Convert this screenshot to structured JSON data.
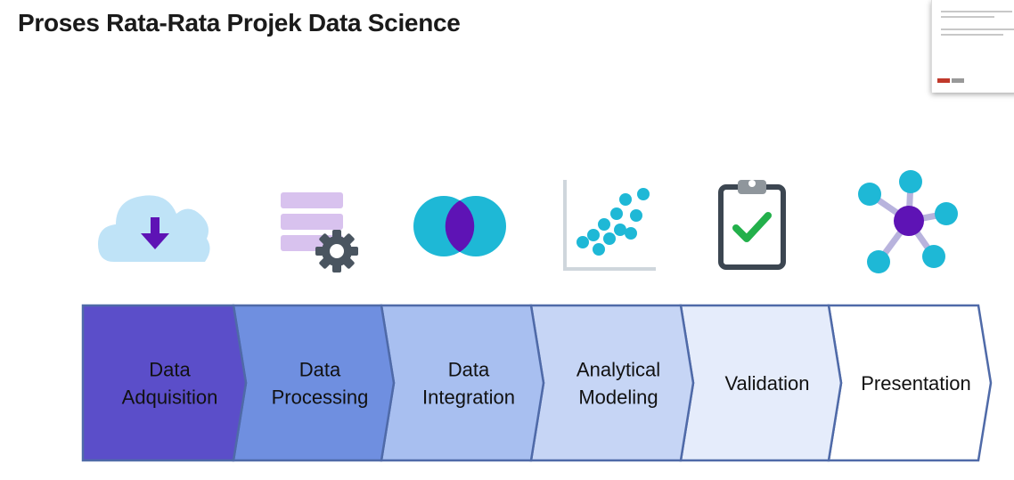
{
  "title": "Proses Rata-Rata Projek Data Science",
  "steps": [
    {
      "line1": "Data",
      "line2": "Adquisition",
      "fill": "#5b4ec9",
      "text": "#111111"
    },
    {
      "line1": "Data",
      "line2": "Processing",
      "fill": "#6f8fe0",
      "text": "#111111"
    },
    {
      "line1": "Data",
      "line2": "Integration",
      "fill": "#a8bff0",
      "text": "#111111"
    },
    {
      "line1": "Analytical",
      "line2": "Modeling",
      "fill": "#c6d5f5",
      "text": "#111111"
    },
    {
      "line1": "Validation",
      "line2": "",
      "fill": "#e5ecfb",
      "text": "#111111"
    },
    {
      "line1": "Presentation",
      "line2": "",
      "fill": "#ffffff",
      "text": "#111111"
    }
  ],
  "icons": [
    "cloud-download-icon",
    "database-gear-icon",
    "venn-overlap-icon",
    "scatter-plot-icon",
    "clipboard-check-icon",
    "network-node-icon"
  ],
  "colors": {
    "teal": "#1eb8d6",
    "purple": "#5e13b5",
    "lavender": "#d8c2ee",
    "cloud": "#bfe3f7",
    "border": "#4f6aa8"
  }
}
